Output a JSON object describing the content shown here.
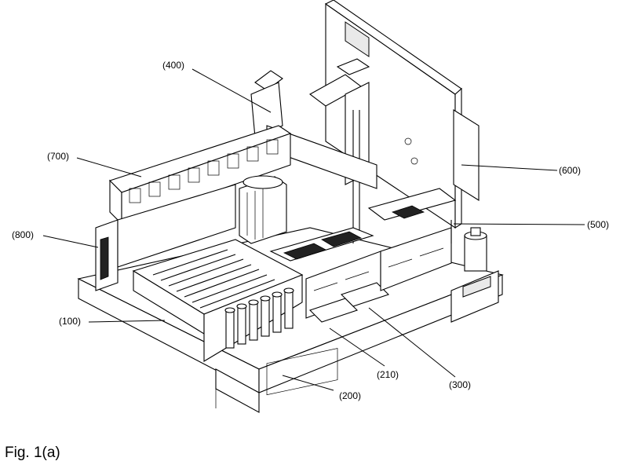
{
  "figure": {
    "caption": "Fig. 1(a)",
    "labels": {
      "r400": "(400)",
      "r700": "(700)",
      "r600": "(600)",
      "r500": "(500)",
      "r800": "(800)",
      "r100": "(100)",
      "r210": "(210)",
      "r300": "(300)",
      "r200": "(200)"
    }
  }
}
